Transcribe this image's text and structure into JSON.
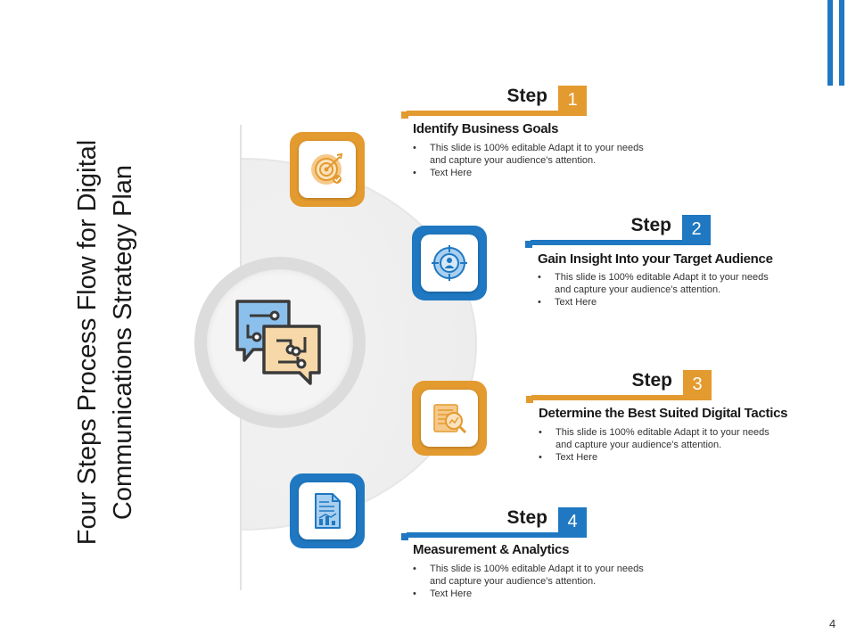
{
  "title_lines": [
    "Four Steps Process Flow for Digital",
    "Communications Strategy Plan"
  ],
  "page_number": "4",
  "colors": {
    "orange": "#e39a2f",
    "blue": "#1f78c1"
  },
  "center_icon": "chat-circuit-icon",
  "steps": [
    {
      "word": "Step",
      "number": "1",
      "color": "orange",
      "title": "Identify Business Goals",
      "icon": "target-icon",
      "bullets": [
        "This slide is 100% editable Adapt it to your needs and capture your audience's attention.",
        "Text Here"
      ]
    },
    {
      "word": "Step",
      "number": "2",
      "color": "blue",
      "title": "Gain Insight Into your Target Audience",
      "icon": "audience-target-icon",
      "bullets": [
        "This slide is 100% editable Adapt it to your needs and capture your audience's attention.",
        "Text Here"
      ]
    },
    {
      "word": "Step",
      "number": "3",
      "color": "orange",
      "title": "Determine the Best Suited Digital Tactics",
      "icon": "tactics-analysis-icon",
      "bullets": [
        "This slide is 100% editable Adapt it to your needs and capture your audience's attention.",
        "Text Here"
      ]
    },
    {
      "word": "Step",
      "number": "4",
      "color": "blue",
      "title": "Measurement & Analytics",
      "icon": "report-chart-icon",
      "bullets": [
        "This slide is 100% editable Adapt it to your needs and capture your audience's attention.",
        "Text Here"
      ]
    }
  ]
}
